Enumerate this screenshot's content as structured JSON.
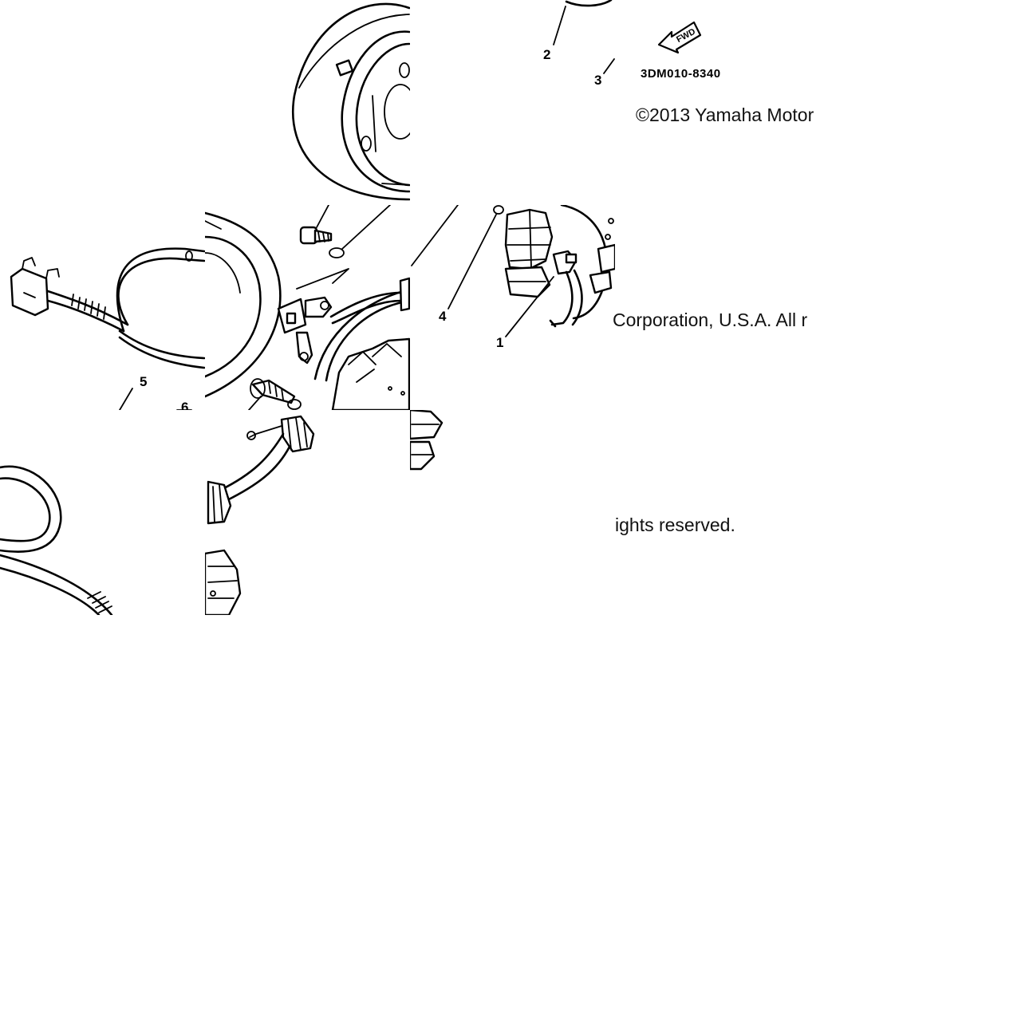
{
  "diagram": {
    "callouts": [
      "1",
      "2",
      "3",
      "4",
      "5",
      "6"
    ],
    "part_code": "3DM010-8340",
    "fwd_label": "FWD",
    "copyright_fragments": [
      "©2013 Yamaha Motor",
      "Corporation, U.S.A. All r",
      "ights reserved."
    ],
    "colors": {
      "line": "#000000",
      "background": "#ffffff"
    }
  }
}
